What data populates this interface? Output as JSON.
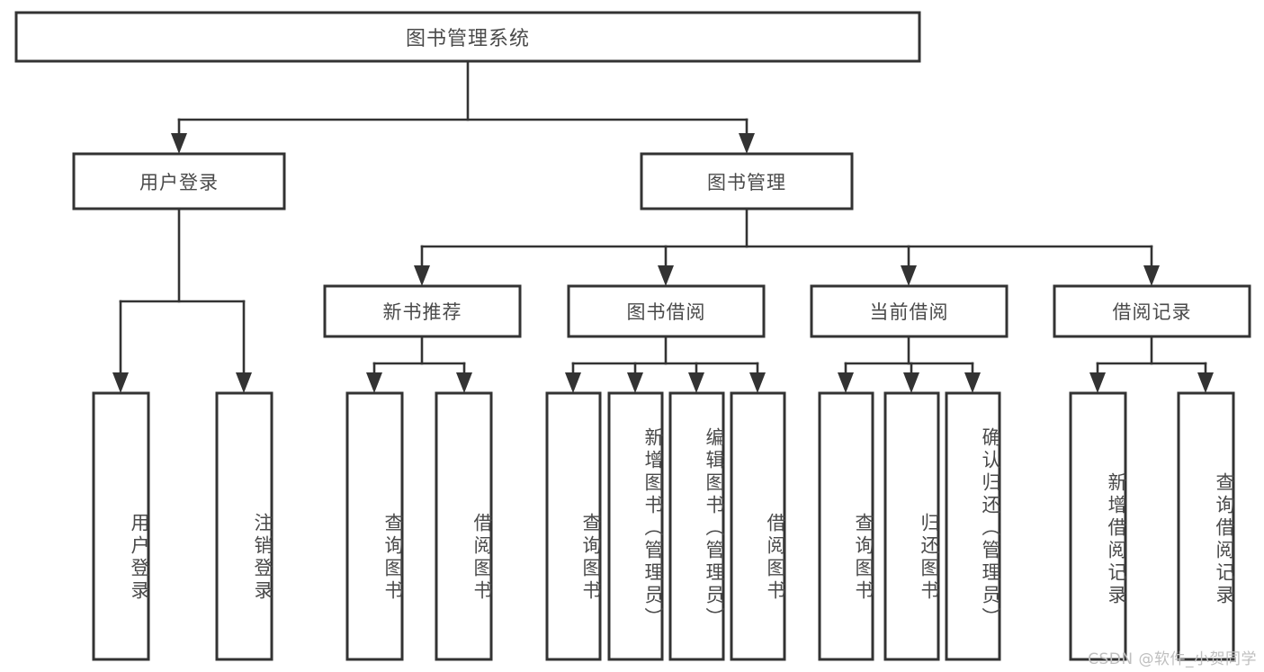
{
  "diagram": {
    "type": "tree",
    "title": "图书管理系统",
    "watermark": "CSDN @软件_小贺同学",
    "nodes": {
      "root": {
        "label": "图书管理系统"
      },
      "level2": [
        {
          "id": "user-login",
          "label": "用户登录"
        },
        {
          "id": "book-manage",
          "label": "图书管理"
        }
      ],
      "level3": [
        {
          "id": "new-book-recommend",
          "label": "新书推荐"
        },
        {
          "id": "book-borrow",
          "label": "图书借阅"
        },
        {
          "id": "current-borrow",
          "label": "当前借阅"
        },
        {
          "id": "borrow-record",
          "label": "借阅记录"
        }
      ],
      "leaves": [
        {
          "id": "leaf-user-login",
          "label": "用户登录"
        },
        {
          "id": "leaf-user-logout",
          "label": "注销登录"
        },
        {
          "id": "leaf-query-book-1",
          "label": "查询图书"
        },
        {
          "id": "leaf-borrow-book-1",
          "label": "借阅图书"
        },
        {
          "id": "leaf-query-book-2",
          "label": "查询图书"
        },
        {
          "id": "leaf-add-book",
          "label": "新增图书（管理员）"
        },
        {
          "id": "leaf-edit-book",
          "label": "编辑图书（管理员）"
        },
        {
          "id": "leaf-borrow-book-2",
          "label": "借阅图书"
        },
        {
          "id": "leaf-query-book-3",
          "label": "查询图书"
        },
        {
          "id": "leaf-return-book",
          "label": "归还图书"
        },
        {
          "id": "leaf-confirm-return",
          "label": "确认归还（管理员）"
        },
        {
          "id": "leaf-add-record",
          "label": "新增借阅记录"
        },
        {
          "id": "leaf-query-record",
          "label": "查询借阅记录"
        }
      ]
    },
    "colors": {
      "stroke": "#333333",
      "box_fill": "#ffffff",
      "text": "#4a4a4a",
      "watermark": "#bfbfbf",
      "background": "#ffffff"
    }
  }
}
